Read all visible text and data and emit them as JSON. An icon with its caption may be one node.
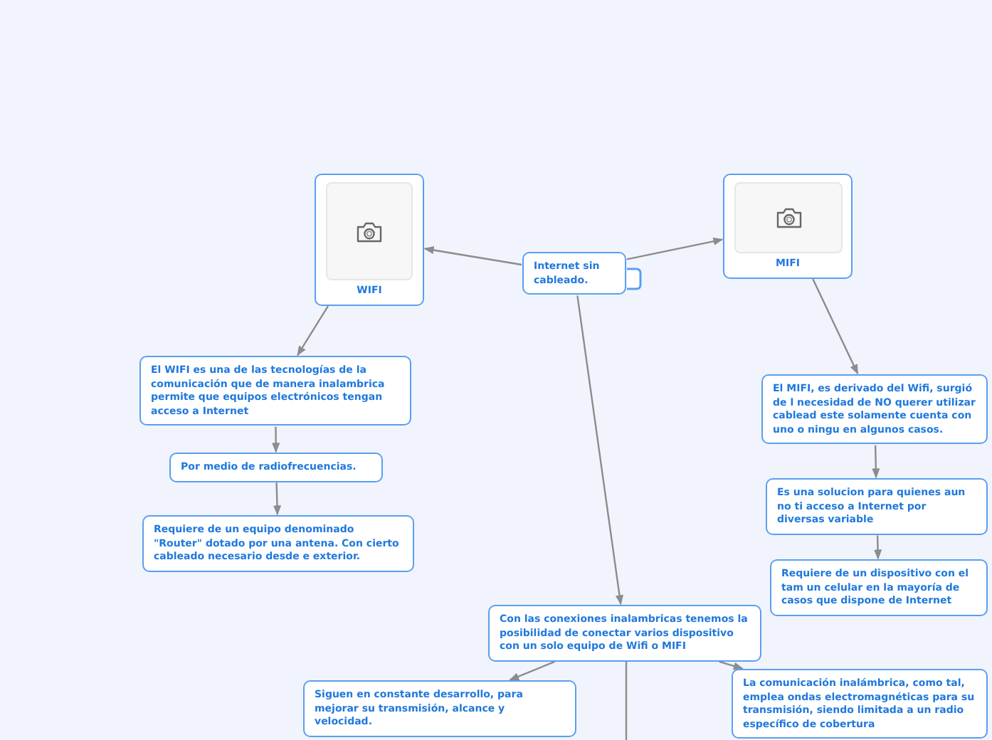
{
  "diagram": {
    "nodes": [
      {
        "text": [
          "WIFI"
        ]
      },
      {
        "text": [
          "MIFI"
        ]
      },
      {
        "text": [
          "Internet sin cableado."
        ]
      },
      {
        "text": [
          "El WIFI es una de las tecnologías de la comunicación que de manera inalambrica permite que equipos electrónicos tengan acceso a Internet"
        ]
      },
      {
        "text": [
          "Por medio de radiofrecuencias."
        ]
      },
      {
        "text": [
          "Requiere de un equipo denominado \"Router\" dotado por una antena. Con cierto cableado necesario desde e exterior."
        ]
      },
      {
        "text": [
          "El MIFI, es derivado del Wifi, surgió de l necesidad de NO querer utilizar cablead este solamente cuenta con uno o ningu en algunos casos."
        ]
      },
      {
        "text": [
          "Es una solucion para quienes aun no ti acceso a Internet por diversas variable"
        ]
      },
      {
        "text": [
          "Requiere de un dispositivo con el tam un celular en la mayoría de casos que dispone de Internet"
        ]
      },
      {
        "text": [
          "Con las conexiones inalambricas tenemos la posibilidad de conectar varios dispositivo con un solo equipo de Wifi o MIFI"
        ]
      },
      {
        "text": [
          "Siguen en constante desarrollo, para mejorar su transmisión, alcance y velocidad."
        ]
      },
      {
        "text": [
          "La comunicación inalámbrica, como tal, emplea ondas electromagnéticas para su transmisión, siendo limitada a un radio específico de cobertura"
        ]
      }
    ],
    "edges": [
      {
        "from": 2,
        "to": 0,
        "arrow": "to"
      },
      {
        "from": 2,
        "to": 1,
        "arrow": "to"
      },
      {
        "from": 0,
        "to": 3,
        "arrow": "to"
      },
      {
        "from": 3,
        "to": 4,
        "arrow": "to"
      },
      {
        "from": 4,
        "to": 5,
        "arrow": "to"
      },
      {
        "from": 1,
        "to": 6,
        "arrow": "to"
      },
      {
        "from": 6,
        "to": 7,
        "arrow": "to"
      },
      {
        "from": 7,
        "to": 8,
        "arrow": "to"
      },
      {
        "from": 2,
        "to": 9,
        "arrow": "to"
      },
      {
        "from": 9,
        "to": 10,
        "arrow": "to"
      },
      {
        "from": 9,
        "to": 11,
        "arrow": "to"
      },
      {
        "from": 9,
        "to": null,
        "arrow": "none"
      }
    ]
  }
}
